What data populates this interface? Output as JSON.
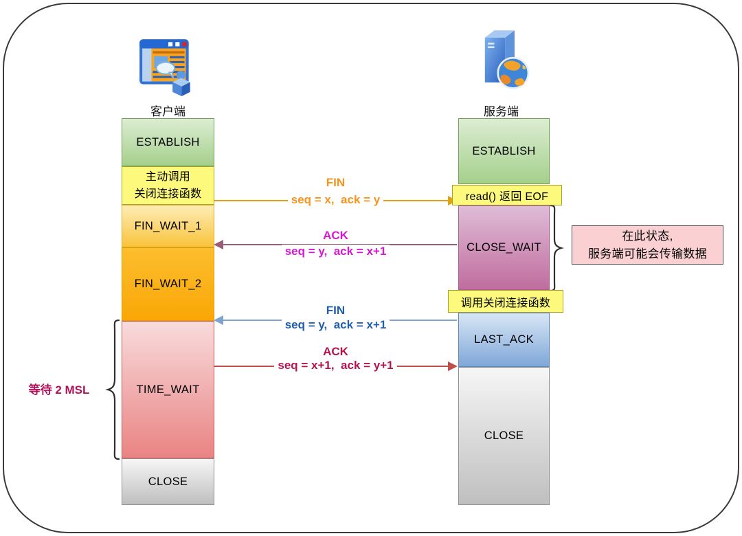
{
  "client": {
    "label": "客户端",
    "icon": "browser-user-icon"
  },
  "server": {
    "label": "服务端",
    "icon": "server-globe-icon"
  },
  "client_timeline": {
    "establish": "ESTABLISH",
    "close_call_note": "主动调用\n关闭连接函数",
    "fin_wait_1": "FIN_WAIT_1",
    "fin_wait_2": "FIN_WAIT_2",
    "time_wait": "TIME_WAIT",
    "close": "CLOSE"
  },
  "server_timeline": {
    "establish": "ESTABLISH",
    "read_eof_note": "read() 返回 EOF",
    "close_wait": "CLOSE_WAIT",
    "close_call_note": "调用关闭连接函数",
    "last_ack": "LAST_ACK",
    "close": "CLOSE"
  },
  "messages": [
    {
      "name": "FIN",
      "detail": "seq = x,  ack = y",
      "direction": "client-to-server",
      "label_color": "#f7941d",
      "line_color": "#dfa115"
    },
    {
      "name": "ACK",
      "detail": "seq = y,  ack = x+1",
      "direction": "server-to-client",
      "label_color": "#d619d0",
      "line_color": "#9a5b78"
    },
    {
      "name": "FIN",
      "detail": "seq = y,  ack = x+1",
      "direction": "server-to-client",
      "label_color": "#1f5fae",
      "line_color": "#7fa3d1"
    },
    {
      "name": "ACK",
      "detail": "seq = x+1,  ack = y+1",
      "direction": "client-to-server",
      "label_color": "#b5134f",
      "line_color": "#bf4f4a"
    }
  ],
  "annotations": {
    "wait_2msl": {
      "text": "等待 2 MSL",
      "color": "#b0135a"
    },
    "close_wait_note": {
      "text": "在此状态,\n服务端可能会传输数据",
      "fill": "#fbd0d2"
    }
  },
  "state_colors": {
    "establish": "#a5cf8b",
    "fin_wait_1": "#fac33c",
    "fin_wait_2": "#f9a705",
    "time_wait": "#ea8383",
    "close": "#bfbfbf",
    "close_wait": "#c06d9d",
    "last_ack": "#7fa7d8",
    "note_yellow": "#fcf97c"
  }
}
